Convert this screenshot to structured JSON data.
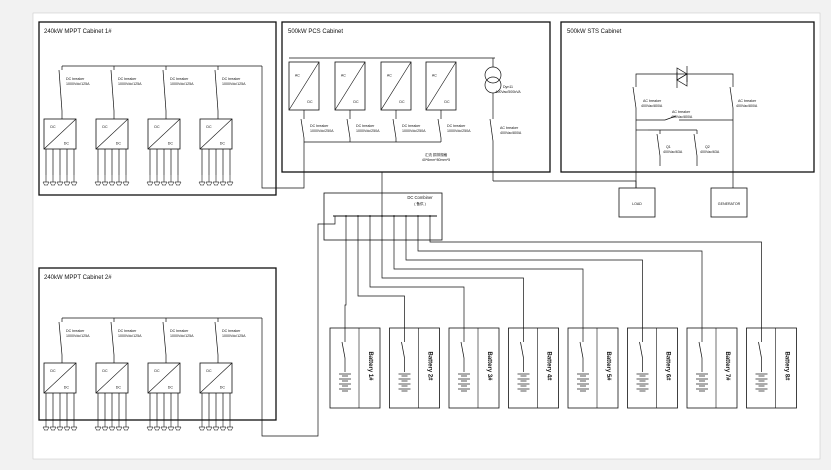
{
  "cabinets": {
    "mppt1": "240kW MPPT Cabinet 1#",
    "mppt2": "240kW MPPT Cabinet 2#",
    "pcs": "500kW PCS Cabinet",
    "sts": "500kW STS Cabinet"
  },
  "mppt": {
    "breaker_label": "DC breaker",
    "breaker_rating": "1000Vdc/125A",
    "converter_in": "DC",
    "converter_out": "DC"
  },
  "pcs": {
    "inverter_top": "AC",
    "inverter_bottom": "DC",
    "breaker_label": "DC breaker",
    "breaker_rating": "1000Vdc/250A",
    "transformer_line1": "Dyn11",
    "transformer_line2": "400Vac/500kVA",
    "ac_breaker_label": "AC breaker",
    "ac_breaker_rating": "400Vac/800A",
    "busbar_line1": "汇流 铜排规格",
    "busbar_line2": "40*6mm*80mm*5"
  },
  "sts": {
    "ac_breaker_label": "AC breaker",
    "rating_left": "400Vac/800A",
    "rating_mid": "400Vac/800A",
    "rating_right": "400Vac/800A",
    "q1_label": "Q1",
    "q1_rating": "400Vac/63A",
    "q2_label": "Q2",
    "q2_rating": "400Vac/63A",
    "load": "LOAD",
    "generator": "GENERATOR"
  },
  "combiner": {
    "title": "DC Combiner",
    "subtitle": "( 备供 )"
  },
  "batteries": [
    "Battery 1#",
    "Battery 2#",
    "Battery 3#",
    "Battery 4#",
    "Battery 5#",
    "Battery 6#",
    "Battery 7#",
    "Battery 8#"
  ]
}
